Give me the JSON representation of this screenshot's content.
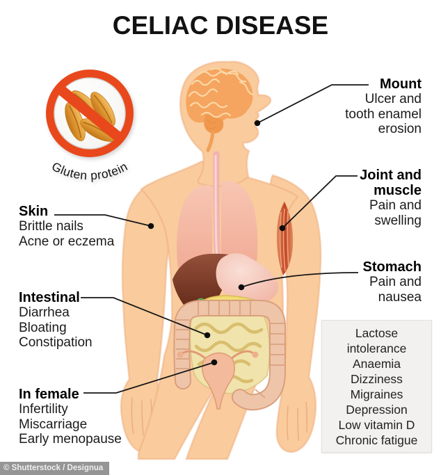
{
  "title": "CELIAC DISEASE",
  "gluten_icon": {
    "caption": "Gluten protein"
  },
  "labels": {
    "mouth": {
      "heading": "Mount",
      "lines": [
        "Ulcer and",
        "tooth enamel",
        "erosion"
      ]
    },
    "joint": {
      "heading": "Joint and muscle",
      "lines": [
        "Pain and",
        "swelling"
      ]
    },
    "stomach": {
      "heading": "Stomach",
      "lines": [
        "Pain and",
        "nausea"
      ]
    },
    "skin": {
      "heading": "Skin",
      "lines": [
        "Brittle nails",
        "Acne or eczema"
      ]
    },
    "intestinal": {
      "heading": "Intestinal",
      "lines": [
        "Diarrhea",
        "Bloating",
        "Constipation"
      ]
    },
    "female": {
      "heading": "In female",
      "lines": [
        "Infertility",
        "Miscarriage",
        "Early menopause"
      ]
    }
  },
  "symptom_box": {
    "items": [
      "Lactose intolerance",
      "Anaemia",
      "Dizziness",
      "Migraines",
      "Depression",
      "Low vitamin D",
      "Chronic fatigue"
    ]
  },
  "watermark": "© Shutterstock / Designua",
  "colors": {
    "accent_red": "#E8481C",
    "skin": "#F9CB9D",
    "liver": "#6B2F1F",
    "stomach_pink": "#F6C6B9",
    "box_bg": "#F2F1EF",
    "watermark_bg": "#959595"
  }
}
